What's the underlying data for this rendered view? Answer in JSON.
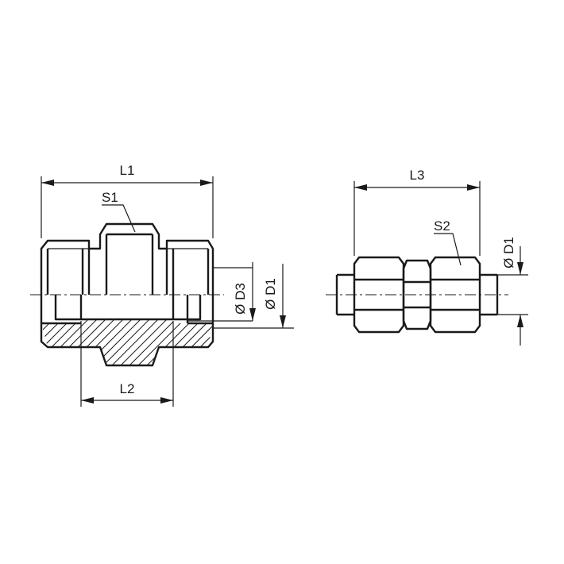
{
  "labels": {
    "L1": "L1",
    "L2": "L2",
    "L3": "L3",
    "S1": "S1",
    "S2": "S2",
    "D1_left": "Ø D1",
    "D3": "Ø D3",
    "D1_right": "Ø D1"
  }
}
